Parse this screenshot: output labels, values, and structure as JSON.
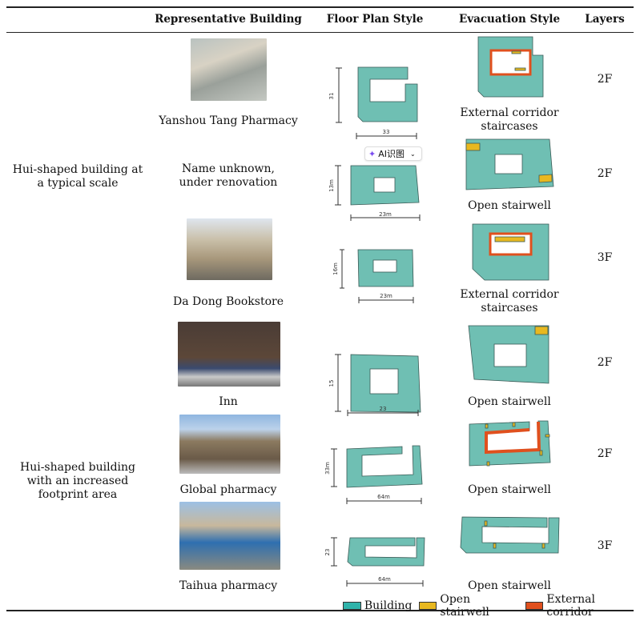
{
  "headers": {
    "building": "Representative Building",
    "floor_plan": "Floor Plan Style",
    "evacuation": "Evacuation Style",
    "layers": "Layers"
  },
  "groups": [
    {
      "label_lines": [
        "Hui-shaped building at",
        "a typical scale"
      ]
    },
    {
      "label_lines": [
        "Hui-shaped building",
        "with an increased",
        "footprint area"
      ]
    }
  ],
  "rows": [
    {
      "name_lines": [
        "Yanshou Tang Pharmacy"
      ],
      "dims": [
        "31",
        "33"
      ],
      "evac_lines": [
        "External corridor",
        "staircases"
      ],
      "layers": "2F"
    },
    {
      "name_lines": [
        "Name unknown,",
        "under renovation"
      ],
      "dims": [
        "13m",
        "23m"
      ],
      "evac_lines": [
        "Open stairwell"
      ],
      "layers": "2F"
    },
    {
      "name_lines": [
        "Da Dong Bookstore"
      ],
      "dims": [
        "16m",
        "23m"
      ],
      "evac_lines": [
        "External corridor",
        "staircases"
      ],
      "layers": "3F"
    },
    {
      "name_lines": [
        "Inn"
      ],
      "dims": [
        "15",
        "23"
      ],
      "evac_lines": [
        "Open stairwell"
      ],
      "layers": "2F"
    },
    {
      "name_lines": [
        "Global pharmacy"
      ],
      "dims": [
        "33m",
        "64m"
      ],
      "evac_lines": [
        "Open stairwell"
      ],
      "layers": "2F"
    },
    {
      "name_lines": [
        "Taihua pharmacy"
      ],
      "dims": [
        "23",
        "64m"
      ],
      "evac_lines": [
        "Open stairwell"
      ],
      "layers": "3F"
    }
  ],
  "ai_button": {
    "label": "AI识图",
    "icon": "sparkle-icon"
  },
  "legend": [
    {
      "label": "Building",
      "color": "#6fbfb3"
    },
    {
      "label": "Open stairwell",
      "color": "#e8b820"
    },
    {
      "label": "External corridor",
      "color": "#e0501e"
    }
  ]
}
